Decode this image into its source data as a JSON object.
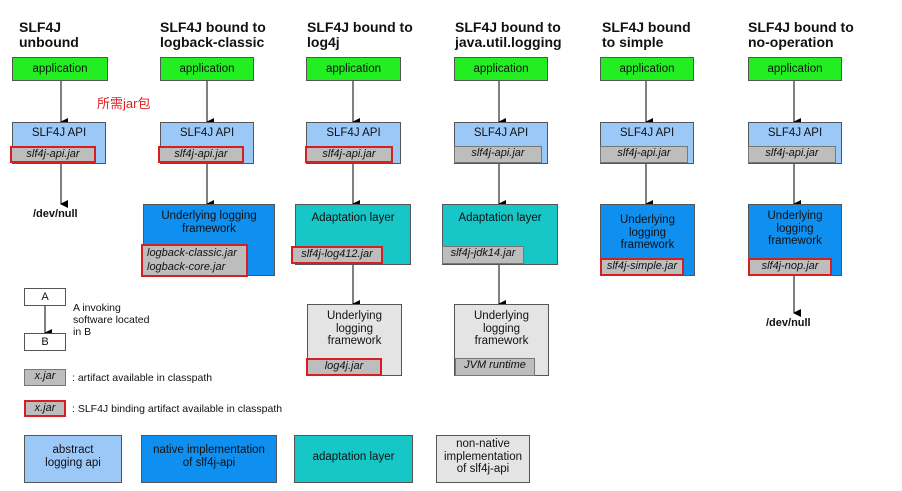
{
  "annotation_cn": "所需jar包",
  "columns": [
    {
      "title": "SLF4J\nunbound",
      "app": "application",
      "api": "SLF4J API",
      "api_jar": "slf4j-api.jar",
      "bottom": "/dev/null"
    },
    {
      "title": "SLF4J bound to\nlogback-classic",
      "app": "application",
      "api": "SLF4J API",
      "api_jar": "slf4j-api.jar",
      "impl": "Underlying logging framework",
      "impl_jar": "logback-classic.jar\nlogback-core.jar"
    },
    {
      "title": "SLF4J bound to\nlog4j",
      "app": "application",
      "api": "SLF4J API",
      "api_jar": "slf4j-api.jar",
      "adapt": "Adaptation layer",
      "adapt_jar": "slf4j-log412.jar",
      "impl": "Underlying logging framework",
      "impl_jar": "log4j.jar"
    },
    {
      "title": "SLF4J bound to\njava.util.logging",
      "app": "application",
      "api": "SLF4J API",
      "api_jar": "slf4j-api.jar",
      "adapt": "Adaptation layer",
      "adapt_jar": "slf4j-jdk14.jar",
      "impl": "Underlying logging framework",
      "impl_jar": "JVM runtime"
    },
    {
      "title": "SLF4J bound\nto simple",
      "app": "application",
      "api": "SLF4J API",
      "api_jar": "slf4j-api.jar",
      "impl": "Underlying logging framework",
      "impl_jar": "slf4j-simple.jar"
    },
    {
      "title": "SLF4J bound to\nno-operation",
      "app": "application",
      "api": "SLF4J API",
      "api_jar": "slf4j-api.jar",
      "impl": "Underlying logging framework",
      "impl_jar": "slf4j-nop.jar",
      "bottom": "/dev/null"
    }
  ],
  "legend": {
    "box_a": "A",
    "box_b": "B",
    "invoke_note": "A invoking\nsoftware located\nin B",
    "jar_sample": "x.jar",
    "jar_note": ": artifact available in classpath",
    "binding_note": ": SLF4J binding artifact available in classpath",
    "abstract": "abstract\nlogging api",
    "native": "native implementation\nof slf4j-api",
    "adaptation": "adaptation layer",
    "nonnative": "non-native\nimplementation\nof slf4j-api"
  },
  "colors": {
    "application": "#22ee22",
    "api": "#9cc8f8",
    "native": "#0f8ff0",
    "adaptation": "#17c6c6",
    "nonnative": "#e4e4e4",
    "jar": "#bdbdbd",
    "highlight": "#d42020"
  }
}
